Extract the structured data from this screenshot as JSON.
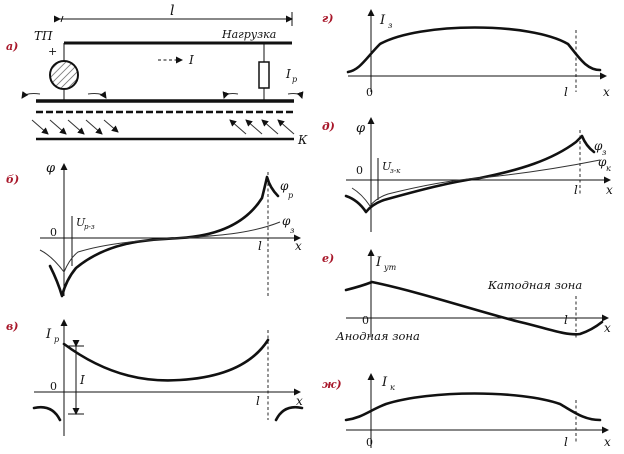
{
  "panels": {
    "a": {
      "letter": "а)",
      "length_label": "l",
      "source_label": "ТП",
      "plus_sign": "+",
      "minus_sign": "-",
      "load_label": "Нагрузка",
      "current_label": "I",
      "rail_current_label": "I",
      "rail_current_sub": "р",
      "ground_label": "К"
    },
    "b": {
      "letter": "б)",
      "axis_y": "φ",
      "zero": "0",
      "axis_x": "x",
      "end_label": "l",
      "voltage_label": "U",
      "voltage_sub": "р-з",
      "series_1_label": "φ",
      "series_1_sub": "р",
      "series_2_label": "φ",
      "series_2_sub": "з"
    },
    "v": {
      "letter": "в)",
      "axis_y": "I",
      "axis_y_sub": "р",
      "zero": "0",
      "axis_x": "x",
      "end_label": "l",
      "current_label": "I"
    },
    "g": {
      "letter": "г)",
      "axis_y": "I",
      "axis_y_sub": "з",
      "zero": "0",
      "axis_x": "x",
      "end_label": "l"
    },
    "d": {
      "letter": "д)",
      "axis_y": "φ",
      "zero": "0",
      "axis_x": "x",
      "end_label": "l",
      "voltage_label": "U",
      "voltage_sub": "з-к",
      "series_1_label": "φ",
      "series_1_sub": "з",
      "series_2_label": "φ",
      "series_2_sub": "к"
    },
    "e": {
      "letter": "е)",
      "axis_y": "I",
      "axis_y_sub": "ут",
      "zero": "0",
      "axis_x": "x",
      "end_label": "l",
      "cathode_zone": "Катодная зона",
      "anode_zone": "Анодная зона"
    },
    "zh": {
      "letter": "ж)",
      "axis_y": "I",
      "axis_y_sub": "к",
      "zero": "0",
      "axis_x": "x",
      "end_label": "l"
    }
  }
}
